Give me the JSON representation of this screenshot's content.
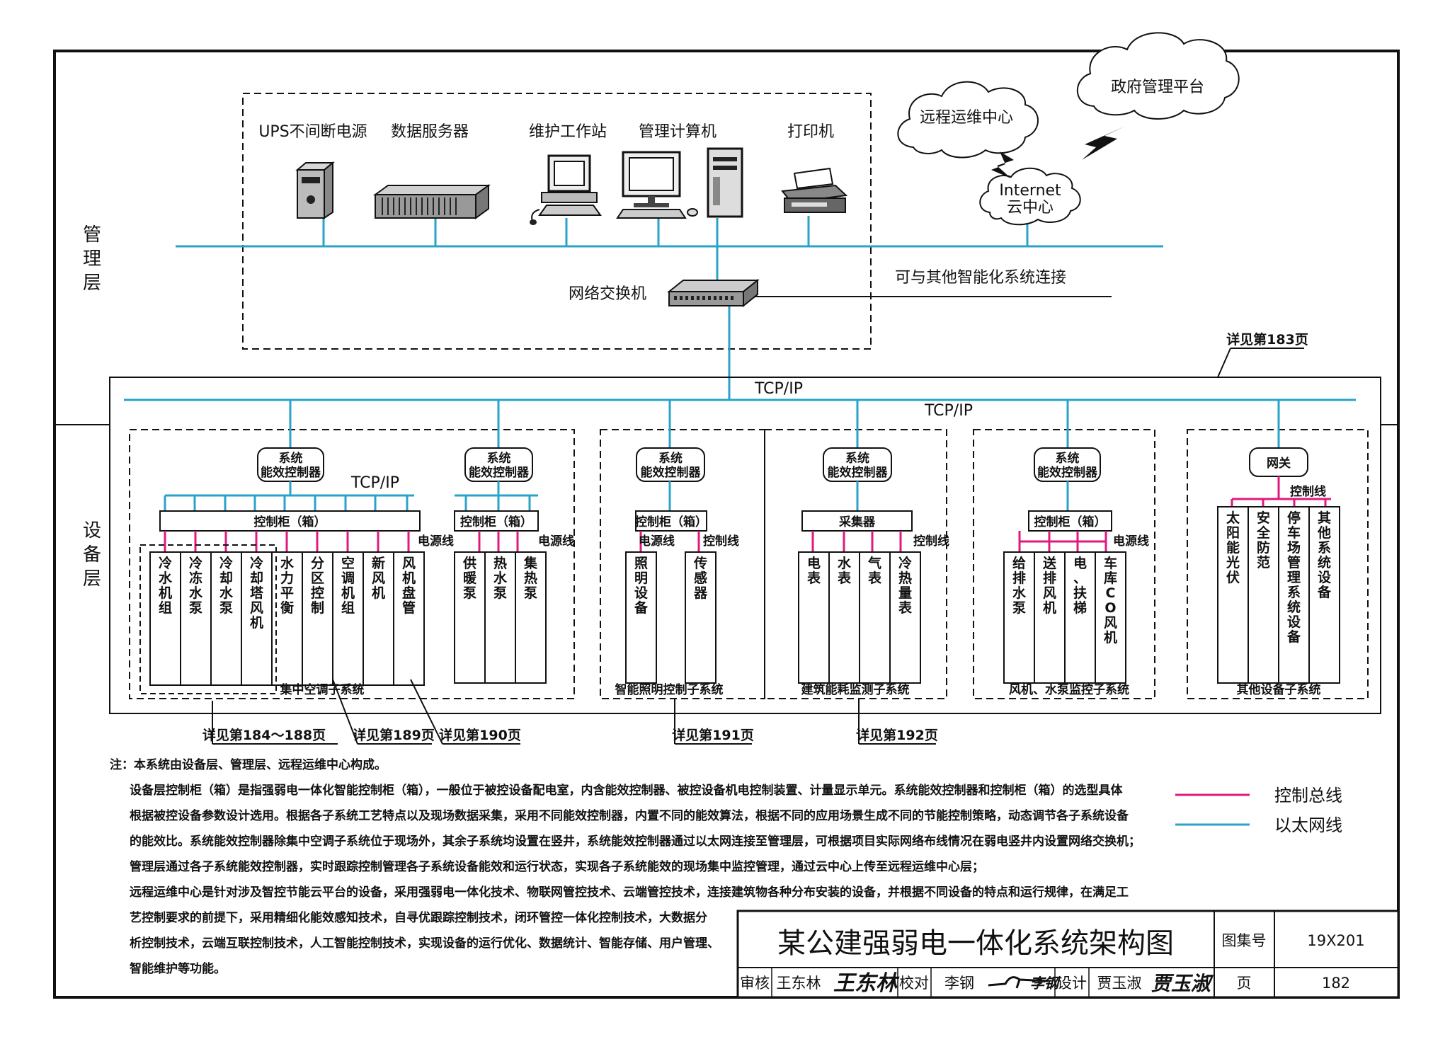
{
  "layers": {
    "management": "管理层",
    "device": "设备层"
  },
  "management": {
    "devices": [
      {
        "label": "UPS不间断电源",
        "icon": "ups-icon"
      },
      {
        "label": "数据服务器",
        "icon": "rack-server-icon"
      },
      {
        "label": "维护工作站",
        "icon": "workstation-icon"
      },
      {
        "label": "管理计算机",
        "icon": "desktop-computer-icon"
      },
      {
        "label": "打印机",
        "icon": "printer-icon"
      }
    ],
    "switch_label": "网络交换机",
    "connect_note": "可与其他智能化系统连接",
    "clouds": {
      "remote": "远程运维中心",
      "gov": "政府管理平台",
      "internet_line1": "Internet",
      "internet_line2": "云中心"
    }
  },
  "network": {
    "tcp_top": "TCP/IP",
    "tcp_main": "TCP/IP",
    "tcp_hvac": "TCP/IP"
  },
  "refs": {
    "r183": "详见第183页",
    "r184": "详见第184～188页",
    "r189": "详见第189页",
    "r190": "详见第190页",
    "r191": "详见第191页",
    "r192": "详见第192页"
  },
  "wire_labels": {
    "power": "电源线",
    "control": "控制线"
  },
  "subsystems": [
    {
      "name": "集中空调子系统",
      "controllers": [
        "系统\n能效控制器",
        "系统\n能效控制器"
      ],
      "cabinets": [
        "控制柜（箱）",
        "控制柜（箱）"
      ],
      "devices": [
        "冷水机组",
        "冷冻水泵",
        "冷却水泵",
        "冷却塔风机",
        "水力平衡",
        "分区控制",
        "空调机组",
        "新风机",
        "风机盘管",
        "供暖泵",
        "热水泵",
        "集热泵"
      ]
    },
    {
      "name": "智能照明控制子系统",
      "controller": "系统\n能效控制器",
      "cabinet": "控制柜（箱）",
      "devices": [
        "照明设备",
        "传感器"
      ]
    },
    {
      "name": "建筑能耗监测子系统",
      "controller": "系统\n能效控制器",
      "cabinet": "采集器",
      "devices": [
        "电表",
        "水表",
        "气表",
        "冷热量表"
      ]
    },
    {
      "name": "风机、水泵监控子系统",
      "controller": "系统\n能效控制器",
      "cabinet": "控制柜（箱）",
      "devices": [
        "给排水泵",
        "送排风机",
        "电、扶梯",
        "车库CO风机"
      ]
    },
    {
      "name": "其他设备子系统",
      "controller": "网关",
      "devices": [
        "太阳能光伏",
        "安全防范",
        "停车场管理系统设备",
        "其他系统设备"
      ]
    }
  ],
  "notes": {
    "head": "注：本系统由设备层、管理层、远程运维中心构成。",
    "lines": [
      "设备层控制柜（箱）是指强弱电一体化智能控制柜（箱），一般位于被控设备配电室，内含能效控制器、被控设备机电控制装置、计量显示单元。系统能效控制器和控制柜（箱）的选型具体",
      "根据被控设备参数设计选用。根据各子系统工艺特点以及现场数据采集，采用不同能效控制器，内置不同的能效算法，根据不同的应用场景生成不同的节能控制策略，动态调节各子系统设备",
      "的能效比。系统能效控制器除集中空调子系统位于现场外，其余子系统均设置在竖井，系统能效控制器通过以太网连接至管理层，可根据项目实际网络布线情况在弱电竖井内设置网络交换机；",
      "管理层通过各子系统能效控制器，实时跟踪控制管理各子系统设备能效和运行状态，实现各子系统能效的现场集中监控管理，通过云中心上传至远程运维中心层；",
      "远程运维中心是针对涉及智控节能云平台的设备，采用强弱电一体化技术、物联网管控技术、云端管控技术，连接建筑物各种分布安装的设备，并根据不同设备的特点和运行规律，在满足工",
      "艺控制要求的前提下，采用精细化能效感知技术，自寻优跟踪控制技术，闭环管控一体化控制技术，大数据分",
      "析控制技术，云端互联控制技术，人工智能控制技术，实现设备的运行优化、数据统计、智能存储、用户管理、",
      "智能维护等功能。"
    ]
  },
  "legend": {
    "control_bus": "控制总线",
    "ethernet": "以太网线"
  },
  "title_block": {
    "title": "某公建强弱电一体化系统架构图",
    "atlas_label": "图集号",
    "atlas_no": "19X201",
    "review_label": "审核",
    "reviewer": "王东林",
    "review_sign": "王东林",
    "check_label": "校对",
    "checker": "李钢",
    "check_sign": "李钢",
    "design_label": "设计",
    "designer": "贾玉淑",
    "design_sign": "贾玉淑",
    "page_label": "页",
    "page_no": "182"
  },
  "colors": {
    "ethernet": "#2aa3c8",
    "control": "#e0197d",
    "line": "#111111"
  }
}
